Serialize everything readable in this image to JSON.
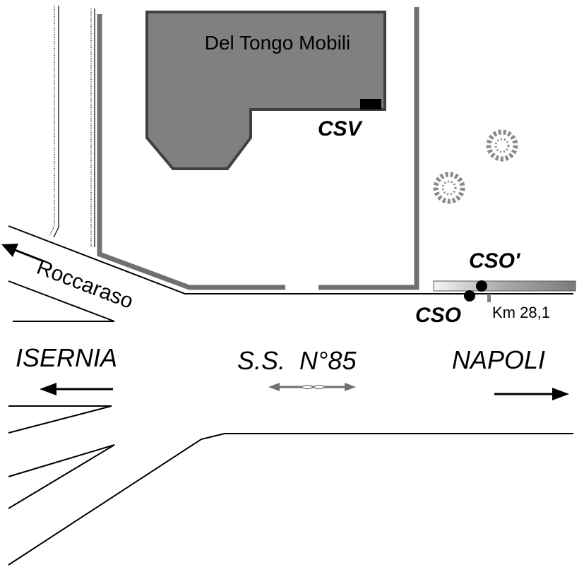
{
  "building": {
    "name": "Del Tongo Mobili"
  },
  "points": {
    "csv": "CSV",
    "cso_prime": "CSO'",
    "cso": "CSO",
    "km_marker": "Km 28,1"
  },
  "directions": {
    "roccaraso": "Roccaraso",
    "isernia": "ISERNIA",
    "napoli": "NAPOLI"
  },
  "road": {
    "name": "S.S.  N°85"
  },
  "colors": {
    "building_fill": "#808080",
    "outline": "#404040",
    "wall": "#707070",
    "tree": "#8a8a8a",
    "line": "#000000"
  },
  "icons": {
    "tree": "tree-icon",
    "station": "station-dot-icon",
    "arrow": "arrow-icon"
  }
}
